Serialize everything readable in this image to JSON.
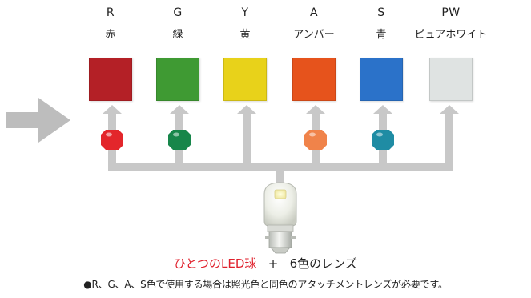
{
  "colors_list": [
    {
      "code": "R",
      "name": "赤",
      "swatch": "#b42026",
      "lens": "#e3262b"
    },
    {
      "code": "G",
      "name": "緑",
      "swatch": "#3f9a33",
      "lens": "#17864a"
    },
    {
      "code": "Y",
      "name": "黄",
      "swatch": "#e8d21a",
      "lens": null
    },
    {
      "code": "A",
      "name": "アンバー",
      "swatch": "#e6531c",
      "lens": "#f0834a"
    },
    {
      "code": "S",
      "name": "青",
      "swatch": "#2b72c9",
      "lens": "#1f8ca4"
    },
    {
      "code": "PW",
      "name": "ピュアホワイト",
      "swatch": "#dfe3e2",
      "lens": null
    }
  ],
  "caption": {
    "led": "ひとつのLED球",
    "plus": "+",
    "lenses": "6色のレンズ"
  },
  "note": "●R、G、A、S色で使用する場合は照光色と同色のアタッチメントレンズが必要です。",
  "style": {
    "connector_color": "#c8c8c8",
    "arrow_color": "#bdbdbd",
    "accent_red": "#e0202c"
  }
}
